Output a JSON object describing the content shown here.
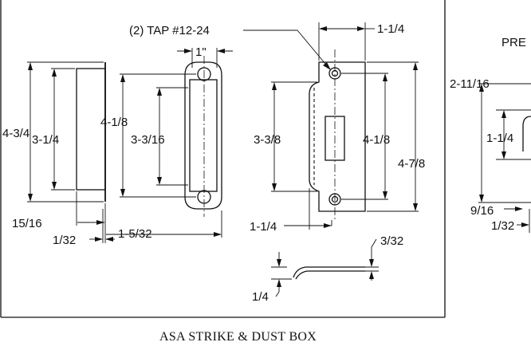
{
  "caption": "ASA STRIKE & DUST BOX",
  "right_panel_title_fragment": "PRE",
  "dims": {
    "tap_note": "(2) TAP #12-24",
    "one_inch": "1\"",
    "box_height": "4-3/4",
    "box_inner": "3-1/4",
    "box_side_height": "4-1/8",
    "box_side_inner": "3-3/16",
    "box_depth": "15/16",
    "box_lip": "1/32",
    "box_width": "1-5/32",
    "strike_width": "1-1/4",
    "strike_opening": "3-3/8",
    "strike_hole_spacing": "4-1/8",
    "strike_height": "4-7/8",
    "strike_lip_width": "1-1/4",
    "strike_thickness": "3/32",
    "strike_lip_rise": "1/4",
    "rp_height": "2-11/16",
    "rp_inner": "1-1/4",
    "rp_depth": "9/16",
    "rp_lip": "1/32"
  }
}
